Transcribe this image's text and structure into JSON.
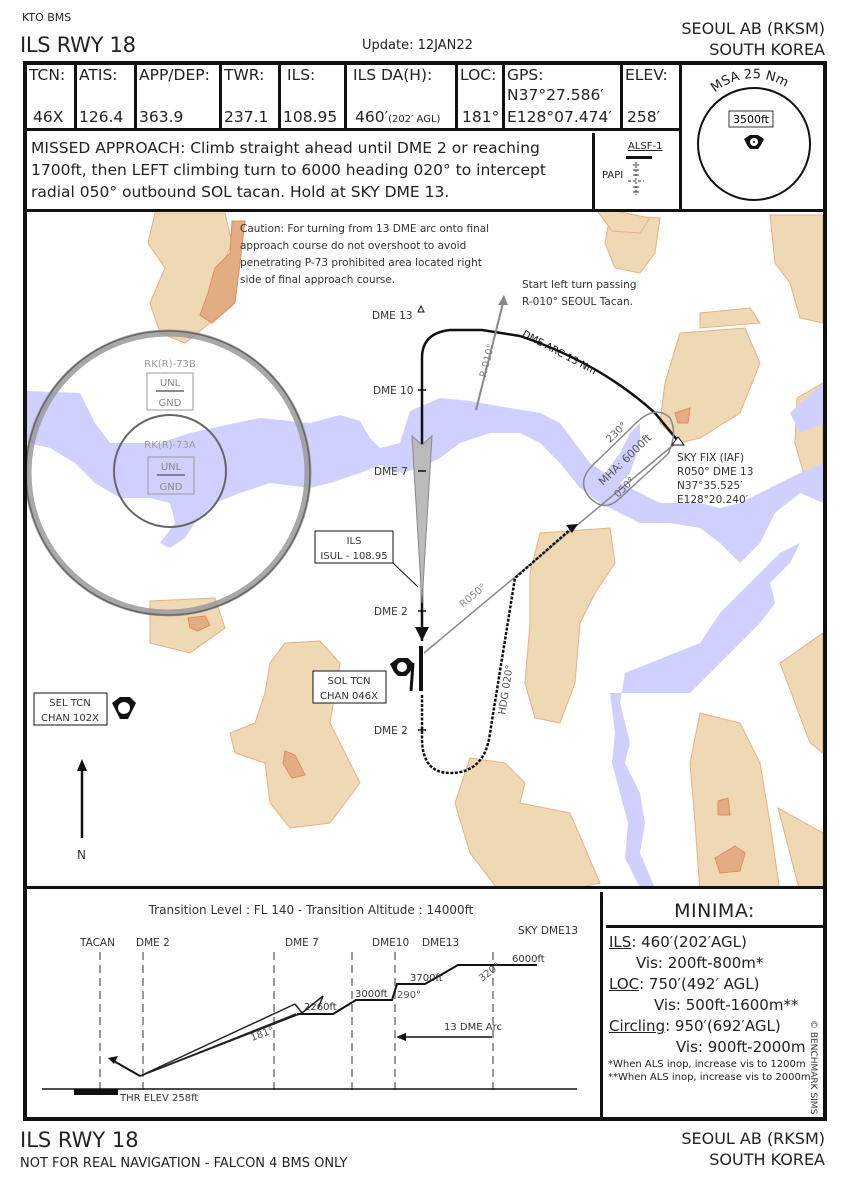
{
  "header": {
    "publisher": "KTO BMS",
    "procedure": "ILS RWY 18",
    "update": "Update: 12JAN22",
    "airport": "SEOUL AB (RKSM)",
    "country": "SOUTH KOREA"
  },
  "info": {
    "tcn": {
      "label": "TCN:",
      "value": "46X"
    },
    "atis": {
      "label": "ATIS:",
      "value": "126.4"
    },
    "app_dep": {
      "label": "APP/DEP:",
      "value": "363.9"
    },
    "twr": {
      "label": "TWR:",
      "value": "237.1"
    },
    "ils": {
      "label": "ILS:",
      "value": "108.95"
    },
    "ils_da": {
      "label": "ILS DA(H):",
      "value": "460′",
      "sub": "(202′ AGL)"
    },
    "loc": {
      "label": "LOC:",
      "value": "181°"
    },
    "gps": {
      "label": "GPS:",
      "lat": "N37°27.586′",
      "lon": "E128°07.474′"
    },
    "elev": {
      "label": "ELEV:",
      "value": "258′"
    }
  },
  "msa": {
    "label": "MSA 25 Nm",
    "altitude": "3500ft"
  },
  "missed_approach": "MISSED APPROACH: Climb straight ahead until DME 2 or reaching 1700ft, then LEFT climbing turn to 6000 heading 020° to intercept radial 050° outbound SOL tacan. Hold at SKY DME 13.",
  "lighting": {
    "alsf": "ALSF-1",
    "papi": "PAPI"
  },
  "map": {
    "caution": [
      "Caution: For turning from 13 DME arc onto final",
      "approach course do not overshoot to avoid",
      "penetrating P-73 prohibited area located right",
      "side of final approach course."
    ],
    "turn_note": [
      "Start left turn passing",
      "R-010° SEOUL Tacan."
    ],
    "dme_labels": {
      "dme13": "DME 13",
      "dme10": "DME 10",
      "dme7": "DME 7",
      "dme2": "DME 2",
      "dme2_south": "DME 2"
    },
    "radial_010": "R-010°",
    "arc_label": "DME ARC 13 Nm",
    "hold": {
      "inbound": "230°",
      "mha": "MHA: 6000ft",
      "outbound": "050°"
    },
    "sky_fix": [
      "SKY FIX (IAF)",
      "R050° DME 13",
      "N37°35.525′",
      "E128°20.240′"
    ],
    "restricted": [
      {
        "name": "RK(R)-73B",
        "top": "UNL",
        "bottom": "GND"
      },
      {
        "name": "RK(R)-73A",
        "top": "UNL",
        "bottom": "GND"
      }
    ],
    "ils_box": [
      "ILS",
      "ISUL - 108.95"
    ],
    "sol_tcn": [
      "SOL TCN",
      "CHAN 046X"
    ],
    "sel_tcn": [
      "SEL TCN",
      "CHAN 102X"
    ],
    "radial_050": "R050°",
    "hdg": "HDG 020°",
    "north": "N"
  },
  "profile": {
    "transition": "Transition Level : FL 140  -  Transition Altitude : 14000ft",
    "columns": [
      "TACAN",
      "DME 2",
      "DME 7",
      "DME10",
      "DME13",
      "SKY DME13"
    ],
    "altitudes": [
      "2260ft",
      "3000ft",
      "3700ft",
      "6000ft"
    ],
    "courses": [
      "181°",
      "290°",
      "320°"
    ],
    "arc": "13 DME Arc",
    "thr": "THR ELEV 258ft"
  },
  "minima": {
    "title": "MINIMA:",
    "ils_label": "ILS",
    "ils_value": ": 460′(202′AGL)",
    "ils_vis": "Vis: 200ft-800m*",
    "loc_label": "LOC",
    "loc_value": ": 750′(492′ AGL)",
    "loc_vis": "Vis: 500ft-1600m**",
    "circ_label": "Circling",
    "circ_value": ": 950′(692′AGL)",
    "circ_vis": "Vis: 900ft-2000m",
    "note1": "*When ALS inop, increase vis to 1200m",
    "note2": "**When ALS inop, increase vis to 2000m"
  },
  "copyright": "© BENCHMARK SIMS",
  "footer": {
    "procedure": "ILS RWY 18",
    "disclaimer": "NOT FOR REAL NAVIGATION - FALCON 4 BMS ONLY",
    "airport": "SEOUL AB (RKSM)",
    "country": "SOUTH KOREA"
  }
}
